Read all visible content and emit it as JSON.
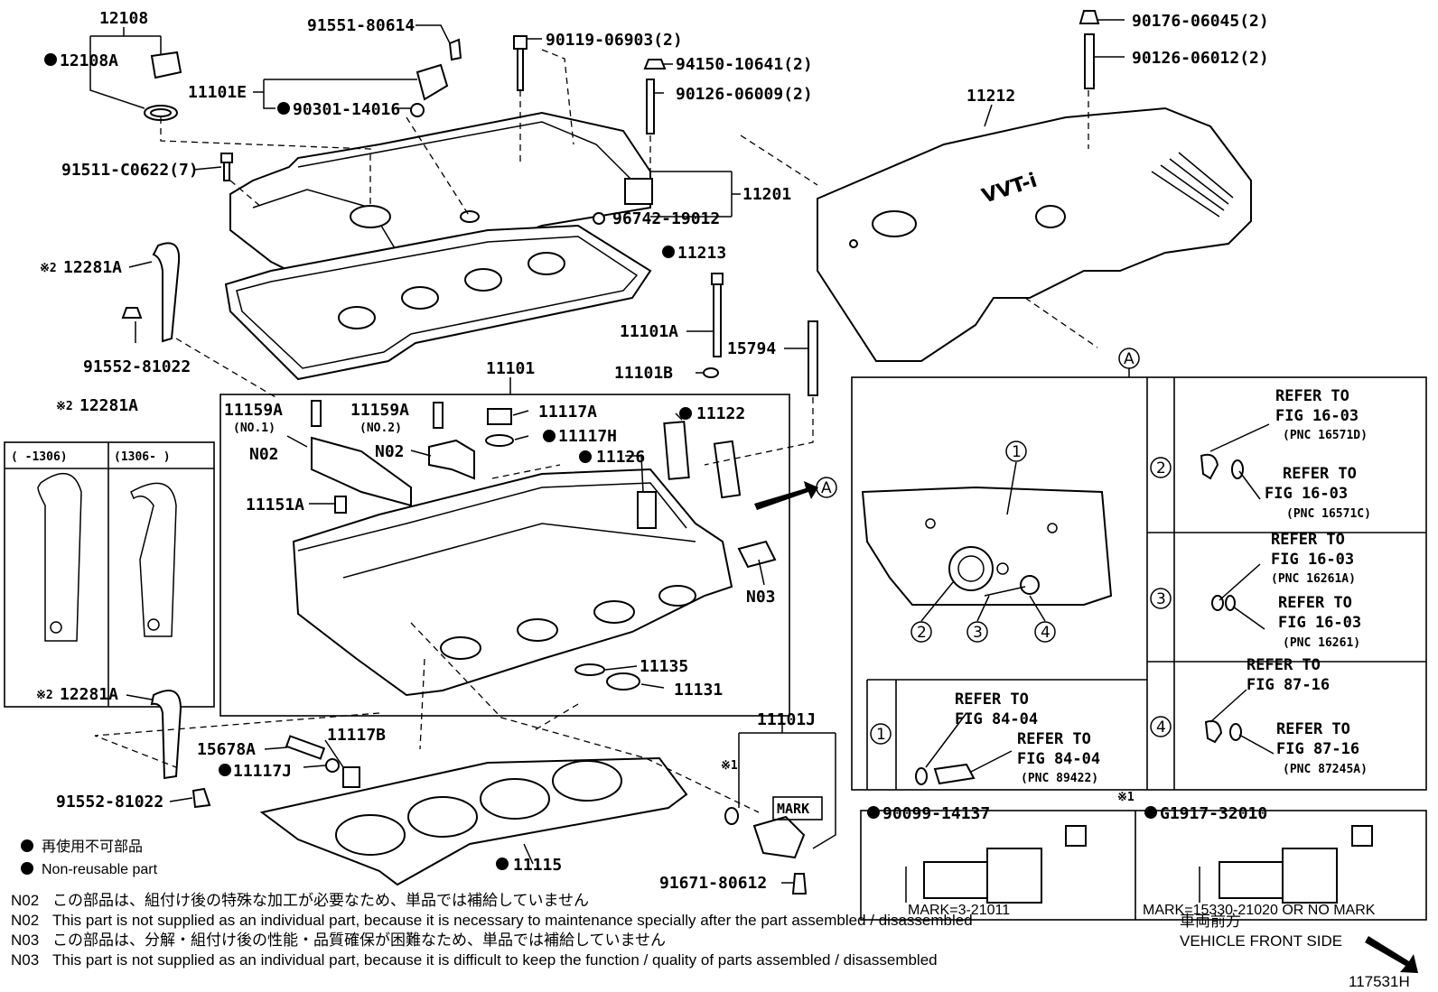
{
  "figure_id": "117531H",
  "parts": {
    "p12108": "12108",
    "p12108A": "12108A",
    "p91551": "91551-80614",
    "p90119": "90119-06903(2)",
    "p94150": "94150-10641(2)",
    "p90126a": "90126-06009(2)",
    "p11101E": "11101E",
    "p90301": "90301-14016",
    "p91511": "91511-C0622(7)",
    "p11201": "11201",
    "p96742": "96742-19012",
    "p11213": "11213",
    "p90176": "90176-06045(2)",
    "p90126b": "90126-06012(2)",
    "p11212": "11212",
    "p12281A_1": "12281A",
    "p12281A_2": "12281A",
    "p12281A_3": "12281A",
    "p91552_1": "91552-81022",
    "p91552_2": "91552-81022",
    "p11101A": "11101A",
    "p11101B": "11101B",
    "p15794": "15794",
    "p11101": "11101",
    "p11159A_1": "11159A",
    "p11159A_2": "11159A",
    "p11117A": "11117A",
    "p11117H": "11117H",
    "p11122": "11122",
    "p11126": "11126",
    "p11151A": "11151A",
    "p11135": "11135",
    "p11131": "11131",
    "p15678A": "15678A",
    "p11117B": "11117B",
    "p11117J": "11117J",
    "p11115": "11115",
    "p11101J": "11101J",
    "p91671": "91671-80612",
    "p90099": "90099-14137",
    "pG1917": "G1917-32010"
  },
  "labels": {
    "no1": "(NO.1)",
    "no2": "(NO.2)",
    "n02a": "N02",
    "n02b": "N02",
    "n03": "N03",
    "mark": "MARK",
    "kome2_1": "※2",
    "kome2_2": "※2",
    "kome2_3": "※2",
    "kome1_a": "※1",
    "kome1_b": "※1",
    "callout_A": "A",
    "section_A": "A",
    "range_left": "(     -1306)",
    "range_right": "(1306-     )",
    "mark_a": "MARK=3-21011",
    "mark_b": "MARK=15330-21020 OR NO MARK"
  },
  "detail_A": {
    "c1": "1",
    "c2": "2",
    "c3": "3",
    "c4": "4",
    "sub1": {
      "num": "1",
      "l1": "REFER TO",
      "l2": "FIG 84-04",
      "l3": "REFER TO",
      "l4": "FIG 84-04",
      "l5": "(PNC 89422)"
    },
    "sub2": {
      "num": "2",
      "l1": "REFER TO",
      "l2": "FIG 16-03",
      "l3": "(PNC 16571D)",
      "l4": "REFER TO",
      "l5": "FIG 16-03",
      "l6": "(PNC 16571C)"
    },
    "sub3": {
      "num": "3",
      "l1": "REFER TO",
      "l2": "FIG 16-03",
      "l3": "(PNC 16261A)",
      "l4": "REFER TO",
      "l5": "FIG 16-03",
      "l6": "(PNC 16261)"
    },
    "sub4": {
      "num": "4",
      "l1": "REFER TO",
      "l2": "FIG 87-16",
      "l3": "REFER TO",
      "l4": "FIG 87-16",
      "l5": "(PNC 87245A)"
    }
  },
  "legend": {
    "jp": "再使用不可部品",
    "en": "Non-reusable part"
  },
  "notes": [
    {
      "code": "N02",
      "text": "この部品は、組付け後の特殊な加工が必要なため、単品では補給していません"
    },
    {
      "code": "N02",
      "text": "This part is not supplied as an individual part, because it is necessary to maintenance specially after the part assembled / disassembled"
    },
    {
      "code": "N03",
      "text": "この部品は、分解・組付け後の性能・品質確保が困難なため、単品では補給していません"
    },
    {
      "code": "N03",
      "text": "This part is not supplied as an individual part, because it is difficult to keep the function / quality of parts  assembled / disassembled"
    }
  ],
  "direction": {
    "jp": "車両前方",
    "en": "VEHICLE FRONT SIDE"
  },
  "cover_logo": "VVT-i"
}
